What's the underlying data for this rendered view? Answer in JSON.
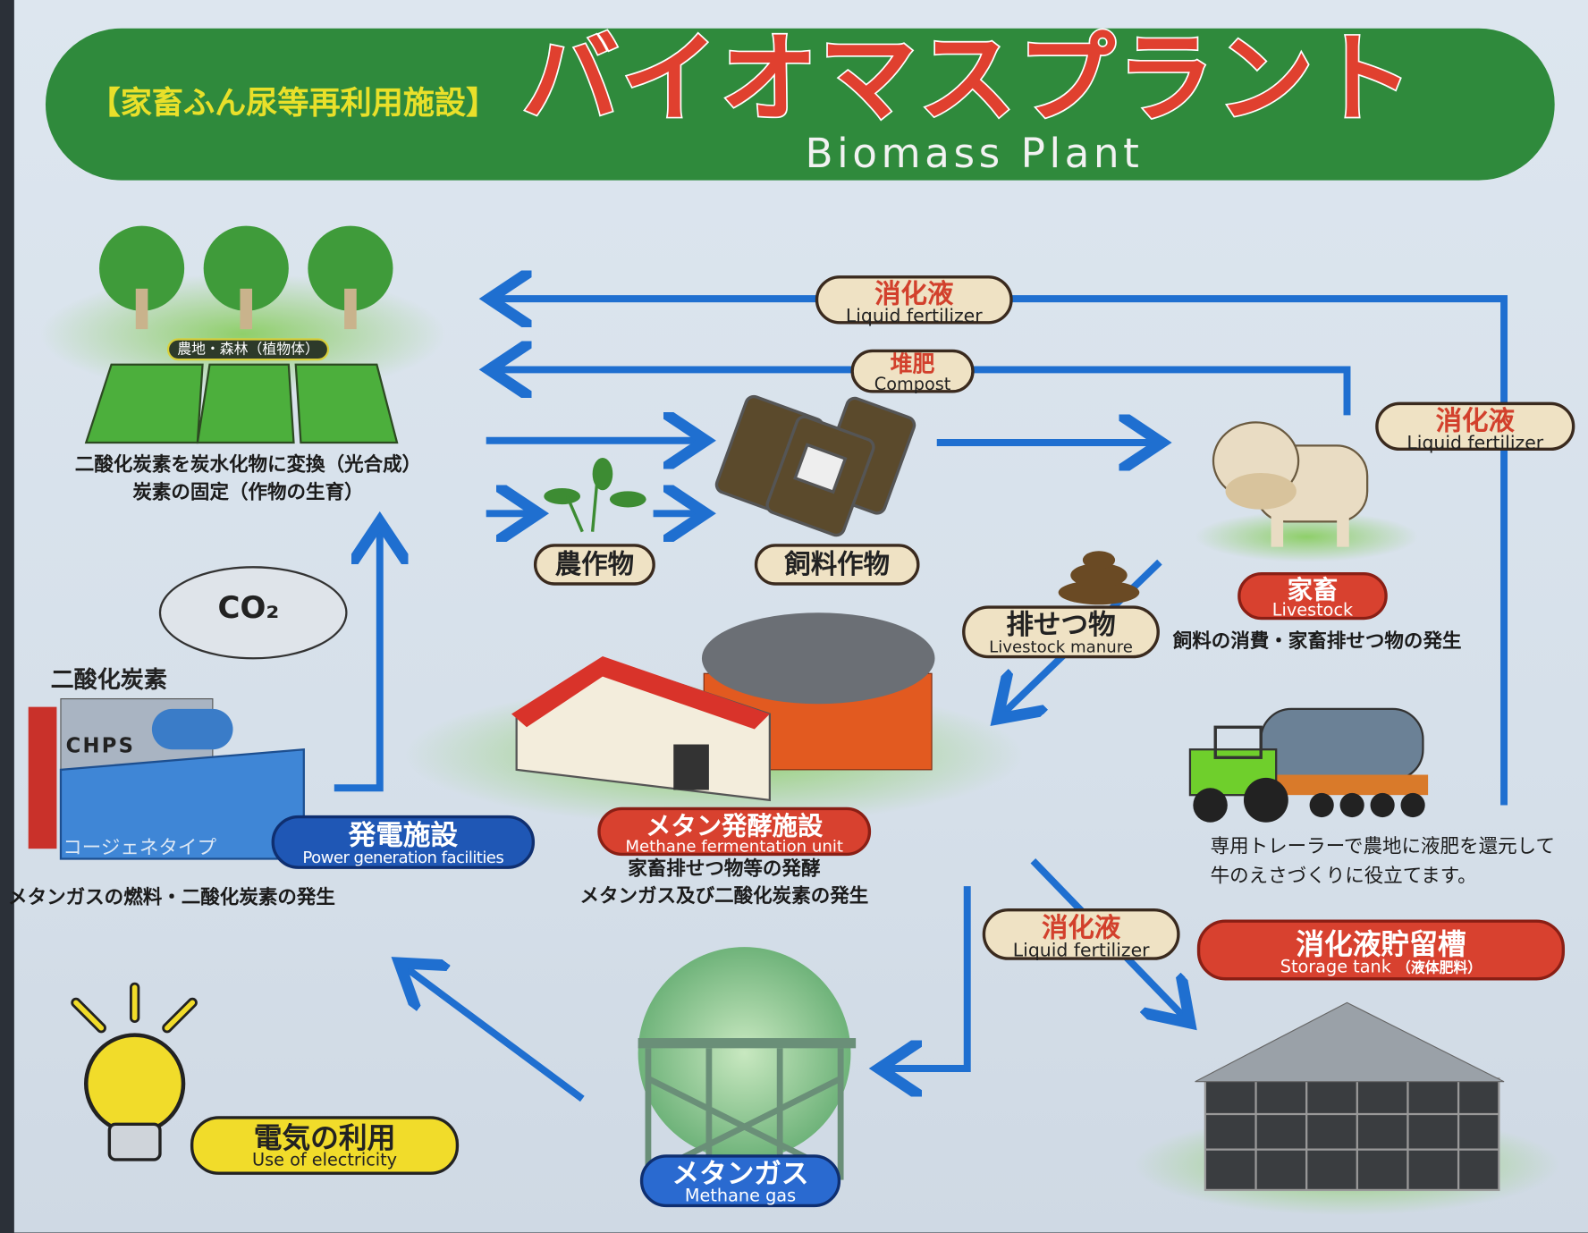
{
  "header": {
    "subtitle": "【家畜ふん尿等再利用施設】",
    "title": "バイオマスプラント",
    "title_en": "Biomass Plant"
  },
  "nodes": {
    "field_label": "農地・森林（植物体）",
    "field_caption": [
      "二酸化炭素を炭水化物に変換（光合成）",
      "炭素の固定（作物の生育）"
    ],
    "crops": "農作物",
    "feed_crops": "飼料作物",
    "livestock": {
      "jp": "家畜",
      "en": "Livestock"
    },
    "livestock_caption": "飼料の消費・家畜排せつ物の発生",
    "manure": {
      "jp": "排せつ物",
      "en": "Livestock manure"
    },
    "co2": "CO₂",
    "co2_label": "二酸化炭素",
    "chps_label": "CHPS",
    "cogen_label": "コージェネタイプ",
    "power": {
      "jp": "発電施設",
      "en": "Power generation facilities"
    },
    "power_caption": "メタンガスの燃料・二酸化炭素の発生",
    "methane_unit": {
      "jp": "メタン発酵施設",
      "en": "Methane fermentation unit"
    },
    "methane_caption": [
      "家畜排せつ物等の発酵",
      "メタンガス及び二酸化炭素の発生"
    ],
    "trailer_caption": [
      "専用トレーラーで農地に液肥を還元して",
      "牛のえさづくりに役立てます。"
    ],
    "storage": {
      "jp": "消化液貯留槽",
      "en": "Storage tank",
      "note": "（液体肥料）"
    },
    "methane_gas": {
      "jp": "メタンガス",
      "en": "Methane gas"
    },
    "electricity": {
      "jp": "電気の利用",
      "en": "Use of electricity"
    }
  },
  "flows": {
    "liquid_top": {
      "jp": "消化液",
      "en": "Liquid fertilizer"
    },
    "compost": {
      "jp": "堆肥",
      "en": "Compost"
    },
    "liquid_right": {
      "jp": "消化液",
      "en": "Liquid fertilizer"
    },
    "liquid_bottom": {
      "jp": "消化液",
      "en": "Liquid fertilizer"
    }
  },
  "colors": {
    "header": "#2f8a3c",
    "arrow": "#1f6fd0",
    "red": "#d8412f",
    "blue": "#1f57b5",
    "yellow": "#f1dc2a"
  }
}
